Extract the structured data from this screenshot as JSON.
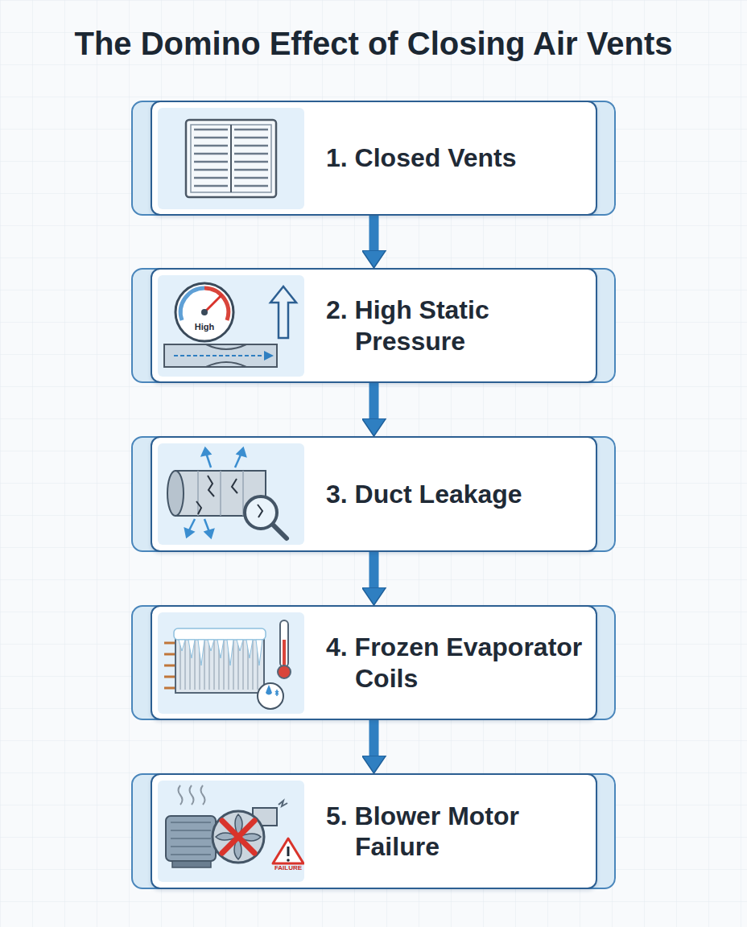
{
  "diagram": {
    "title": "The Domino Effect of Closing Air Vents",
    "nodes": [
      {
        "text": [
          "1. Closed Vents"
        ]
      },
      {
        "text": [
          "2. High Static Pressure"
        ]
      },
      {
        "text": [
          "3. Duct Leakage"
        ]
      },
      {
        "text": [
          "4. Frozen Evaporator Coils"
        ]
      },
      {
        "text": [
          "5. Blower Motor Failure"
        ]
      }
    ],
    "edges": [
      {
        "from": 0,
        "to": 1,
        "arrow": "to"
      },
      {
        "from": 1,
        "to": 2,
        "arrow": "to"
      },
      {
        "from": 2,
        "to": 3,
        "arrow": "to"
      },
      {
        "from": 3,
        "to": 4,
        "arrow": "to"
      }
    ],
    "labels": [
      "High",
      "FAILURE"
    ]
  }
}
